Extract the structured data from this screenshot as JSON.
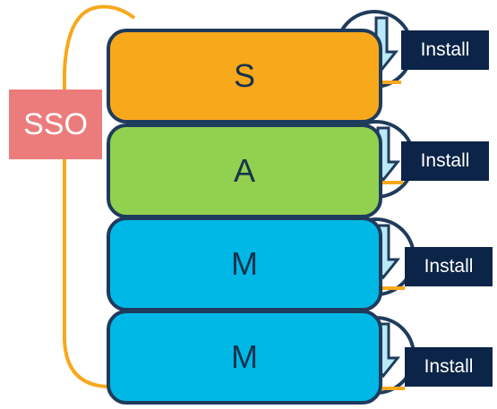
{
  "diagram": {
    "sso_label": "SSO",
    "layers": [
      {
        "label": "S",
        "color": "#f7a81b"
      },
      {
        "label": "A",
        "color": "#92d050"
      },
      {
        "label": "M",
        "color": "#00b8e6"
      },
      {
        "label": "M",
        "color": "#00b8e6"
      }
    ],
    "install_labels": [
      "Install",
      "Install",
      "Install",
      "Install"
    ],
    "accent_colors": {
      "loop": "#f7a81b",
      "border": "#1f3b5c",
      "install_bg": "#0b2447",
      "sso_bg": "#ec7c7c",
      "arrow_fill": "#b9e8f7"
    },
    "icons": [
      "install-arrow-icon",
      "install-arrow-icon",
      "install-arrow-icon",
      "install-arrow-icon"
    ]
  }
}
